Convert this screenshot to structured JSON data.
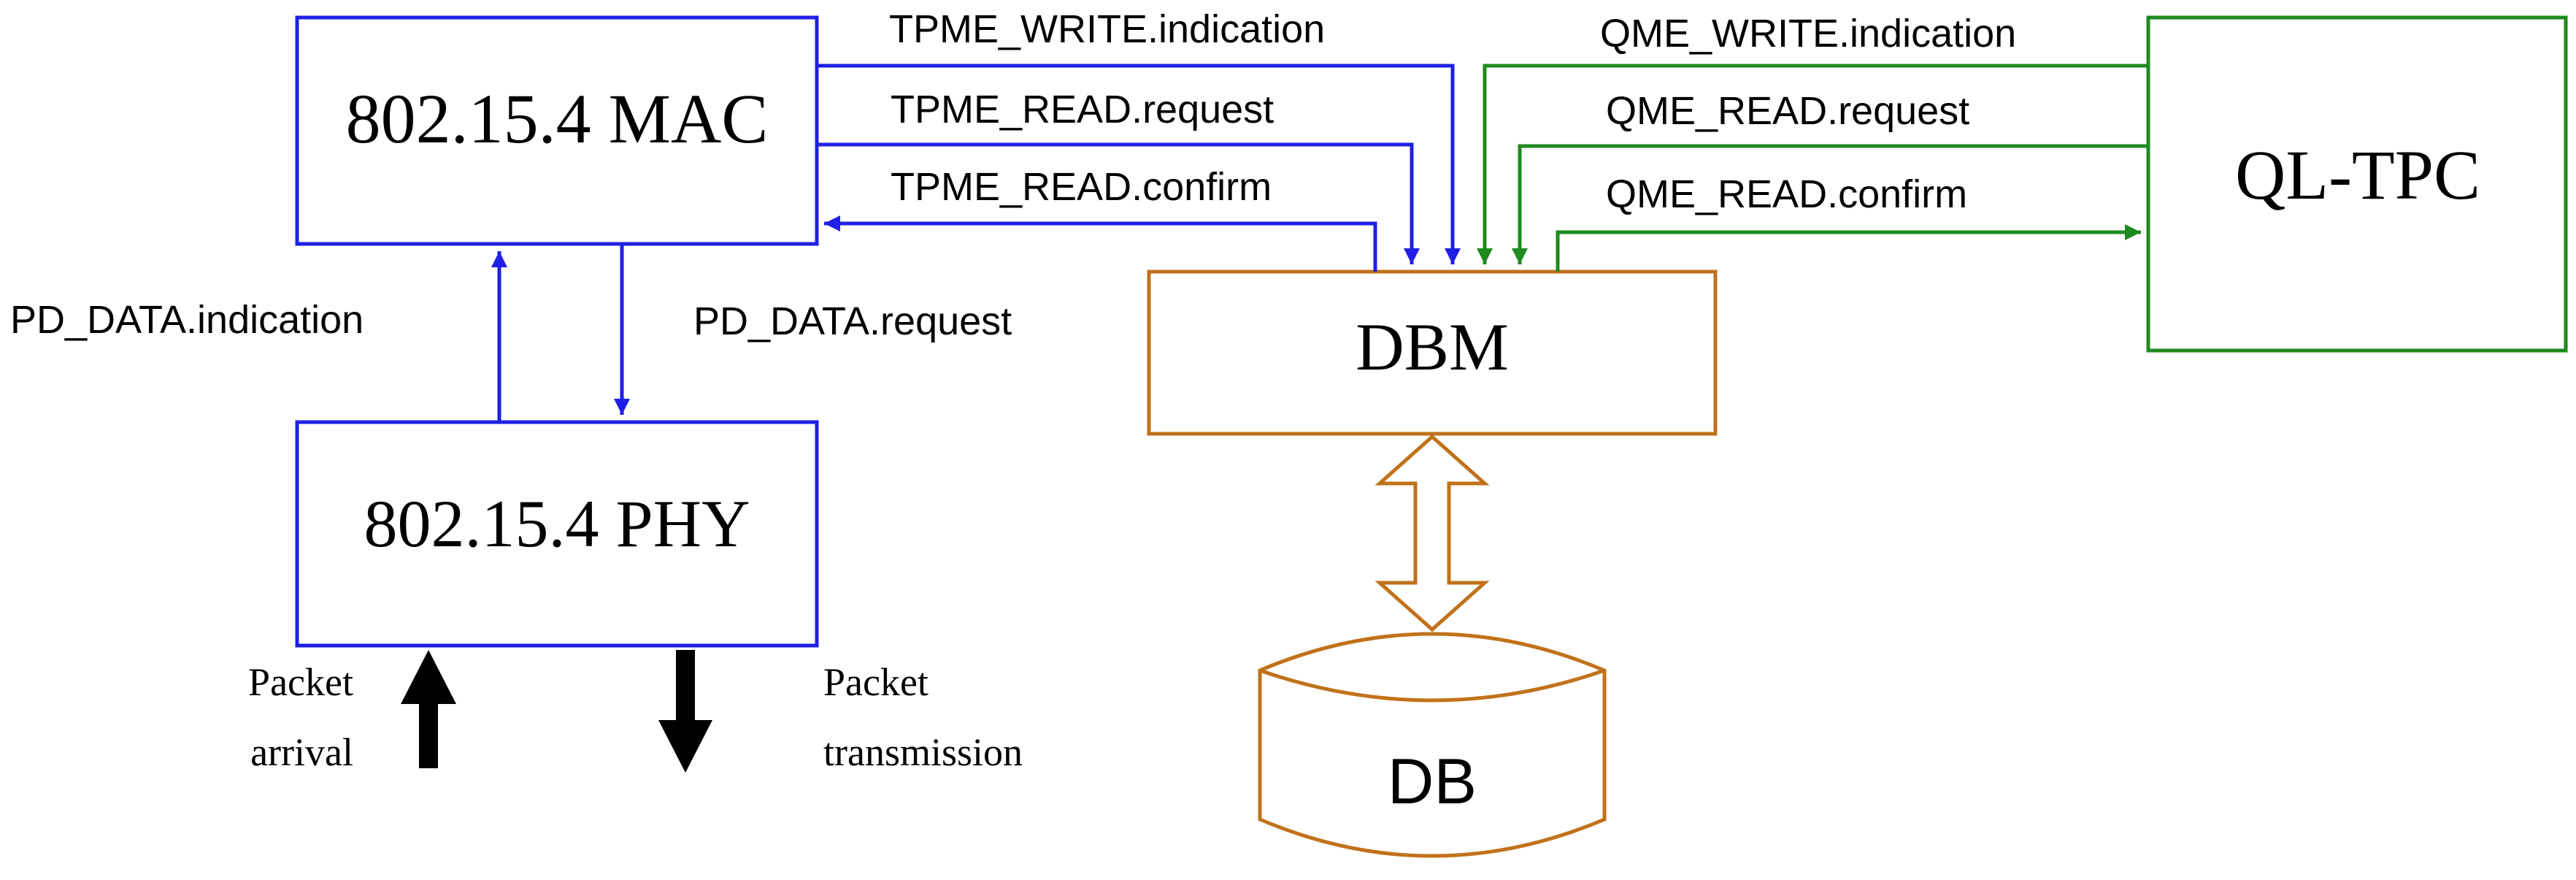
{
  "colors": {
    "blue": "#1f1fe6",
    "green": "#1f8a1f",
    "orange": "#c0721a",
    "black": "#000000"
  },
  "boxes": {
    "mac": "802.15.4 MAC",
    "phy": "802.15.4 PHY",
    "dbm": "DBM",
    "qltpc": "QL-TPC",
    "db": "DB"
  },
  "signals": {
    "tpme_write_indication": "TPME_WRITE.indication",
    "tpme_read_request": "TPME_READ.request",
    "tpme_read_confirm": "TPME_READ.confirm",
    "qme_write_indication": "QME_WRITE.indication",
    "qme_read_request": "QME_READ.request",
    "qme_read_confirm": "QME_READ.confirm",
    "pd_data_indication": "PD_DATA.indication",
    "pd_data_request": "PD_DATA.request"
  },
  "packets": {
    "arrival_line1": "Packet",
    "arrival_line2": "arrival",
    "transmission_line1": "Packet",
    "transmission_line2": "transmission"
  }
}
